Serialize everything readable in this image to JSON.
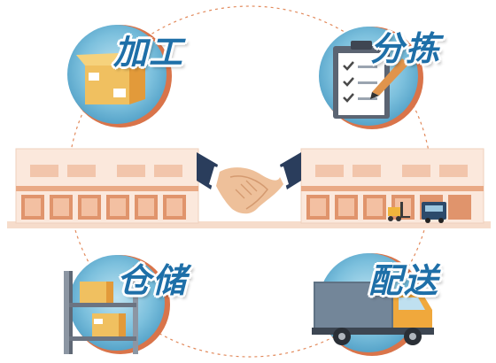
{
  "labels": {
    "process": "加工",
    "sort": "分拣",
    "storage": "仓储",
    "delivery": "配送"
  },
  "colors": {
    "circle_blue": "#5aa9cc",
    "circle_ring": "#d9744a",
    "building_peach": "#f6dccb",
    "building_door": "#e0946c",
    "label_blue": "#1e6fa8",
    "dashed_orbit": "#e28a5c"
  },
  "icons": [
    "cardboard-box-icon",
    "clipboard-checklist-icon",
    "warehouse-shelf-icon",
    "delivery-truck-icon",
    "handshake-icon",
    "forklift-icon"
  ]
}
